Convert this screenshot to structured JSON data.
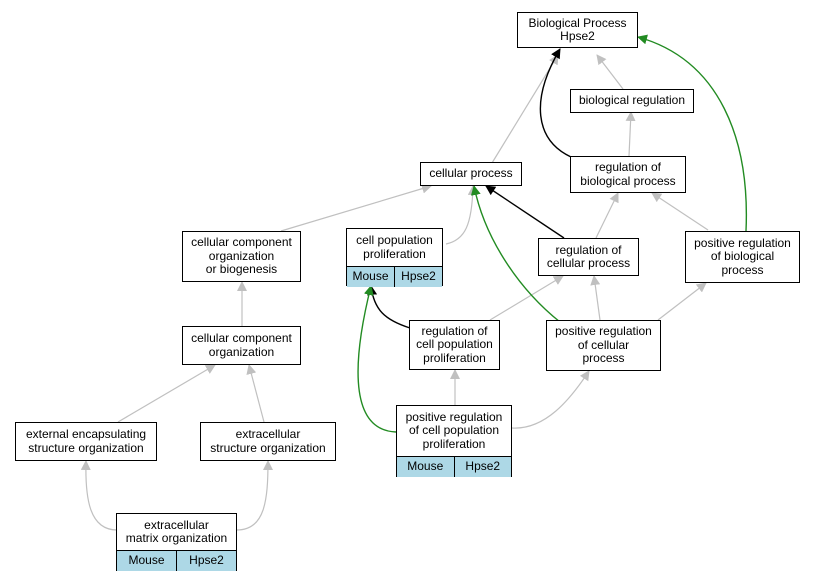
{
  "colors": {
    "gray": "#c0c0c0",
    "black": "#000000",
    "green": "#228b22",
    "annotation_bg": "#add8e6"
  },
  "nodes": {
    "bp": [
      "Biological Process",
      "Hpse2"
    ],
    "bio_reg": [
      "biological regulation"
    ],
    "reg_bio": [
      "regulation of",
      "biological process"
    ],
    "cell_proc": [
      "cellular process"
    ],
    "reg_cell": [
      "regulation of",
      "cellular process"
    ],
    "pos_bio": [
      "positive regulation",
      "of biological",
      "process"
    ],
    "ccob": [
      "cellular component",
      "organization",
      "or biogenesis"
    ],
    "cpp": [
      "cell population",
      "proliferation"
    ],
    "reg_cpp": [
      "regulation of",
      "cell population",
      "proliferation"
    ],
    "pos_cell": [
      "positive regulation",
      "of cellular",
      "process"
    ],
    "cco": [
      "cellular component",
      "organization"
    ],
    "ext_enc": [
      "external encapsulating",
      "structure organization"
    ],
    "ext_struct": [
      "extracellular",
      "structure organization"
    ],
    "pos_cpp": [
      "positive regulation",
      "of cell population",
      "proliferation"
    ],
    "ecm": [
      "extracellular",
      "matrix organization"
    ]
  },
  "annotations": {
    "cpp": [
      "Mouse",
      "Hpse2"
    ],
    "pos_cpp": [
      "Mouse",
      "Hpse2"
    ],
    "ecm": [
      "Mouse",
      "Hpse2"
    ]
  }
}
